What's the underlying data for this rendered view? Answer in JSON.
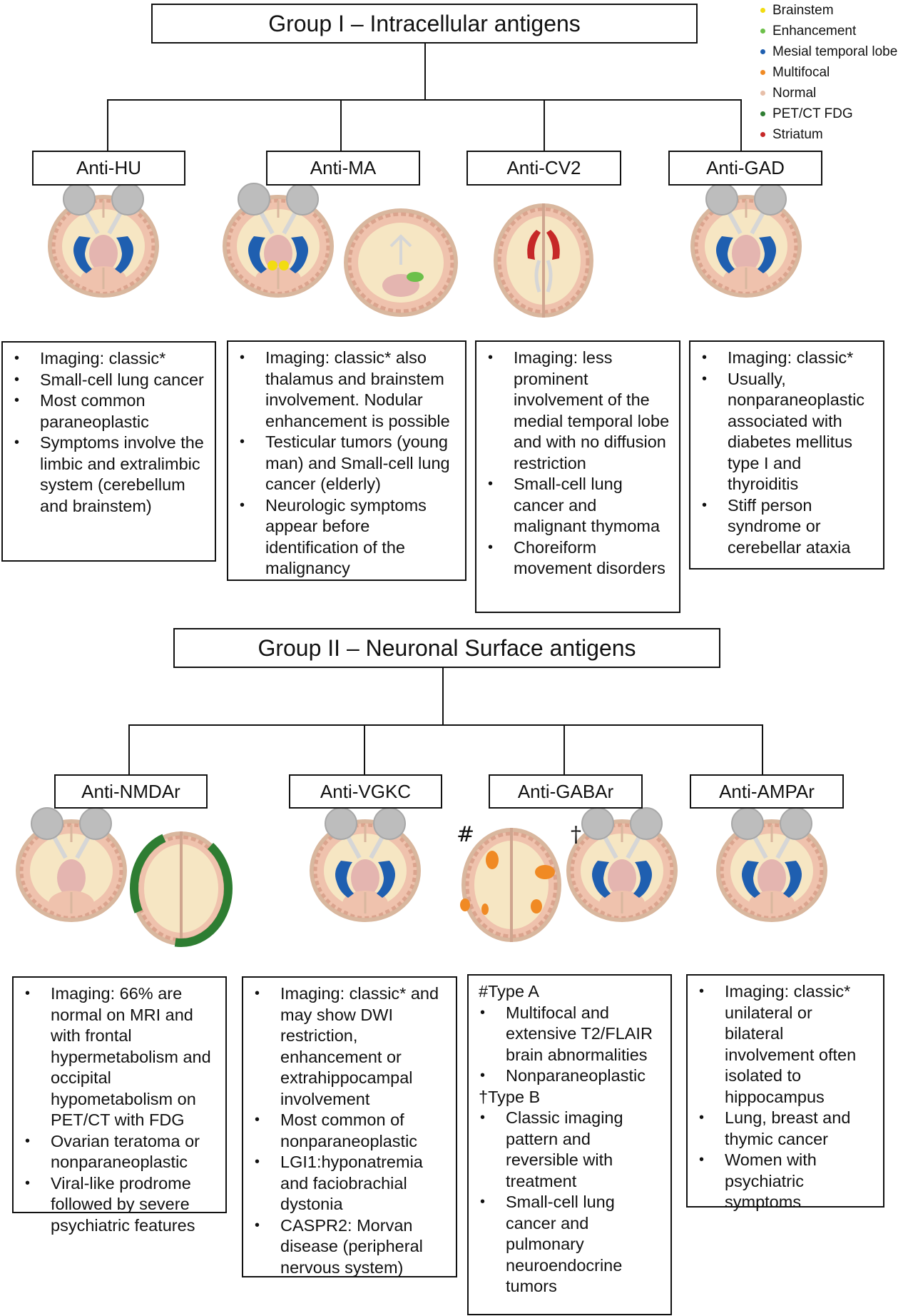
{
  "legend": [
    {
      "label": "Brainstem",
      "color": "#f2dc12"
    },
    {
      "label": "Enhancement",
      "color": "#6cc04a"
    },
    {
      "label": "Mesial temporal lobe",
      "color": "#1f5fb0"
    },
    {
      "label": "Multifocal",
      "color": "#f08a24"
    },
    {
      "label": "Normal",
      "color": "#e7bfa9"
    },
    {
      "label": "PET/CT FDG",
      "color": "#2e7d32"
    },
    {
      "label": "Striatum",
      "color": "#c62828"
    }
  ],
  "group1": {
    "title": "Group I – Intracellular antigens",
    "antibodies": [
      {
        "name": "Anti-HU",
        "items": [
          "Imaging: classic*",
          "Small-cell lung cancer",
          "Most common paraneoplastic",
          "Symptoms involve the limbic and extralimbic system (cerebellum and brainstem)"
        ]
      },
      {
        "name": "Anti-MA",
        "items": [
          "Imaging: classic* also thalamus and brainstem involvement. Nodular enhancement is possible",
          "Testicular tumors (young man) and Small-cell lung cancer (elderly)",
          "Neurologic symptoms appear before identification of the malignancy"
        ]
      },
      {
        "name": "Anti-CV2",
        "items": [
          "Imaging: less prominent involvement of the medial temporal lobe and with no diffusion restriction",
          "Small-cell lung cancer and malignant thymoma",
          "Choreiform movement disorders"
        ]
      },
      {
        "name": "Anti-GAD",
        "items": [
          "Imaging: classic*",
          "Usually, nonparaneoplastic associated with diabetes mellitus type I and thyroiditis",
          "Stiff person syndrome or cerebellar ataxia"
        ]
      }
    ]
  },
  "group2": {
    "title": "Group II – Neuronal Surface antigens",
    "antibodies": [
      {
        "name": "Anti-NMDAr",
        "items": [
          "Imaging: 66% are normal on MRI and with frontal hypermetabolism and occipital hypometabolism on PET/CT with FDG",
          "Ovarian teratoma or nonparaneoplastic",
          "Viral-like prodrome followed by severe psychiatric features"
        ]
      },
      {
        "name": "Anti-VGKC",
        "items": [
          "Imaging: classic* and may show DWI restriction, enhancement or extrahippocampal involvement",
          "Most common of nonparaneoplastic",
          "LGI1:hyponatremia and faciobrachial dystonia",
          "CASPR2: Morvan disease (peripheral nervous system)"
        ]
      },
      {
        "name": "Anti-GABAr",
        "typeA": "#Type A",
        "typeAItems": [
          "Multifocal and extensive T2/FLAIR brain abnormalities",
          "Nonparaneoplastic"
        ],
        "typeB": "†Type B",
        "typeBItems": [
          "Classic imaging pattern and reversible with treatment",
          "Small-cell lung cancer and pulmonary neuroendocrine tumors"
        ]
      },
      {
        "name": "Anti-AMPAr",
        "items": [
          "Imaging: classic* unilateral or bilateral involvement often isolated to hippocampus",
          "Lung, breast and thymic cancer",
          "Women with psychiatric symptoms"
        ]
      }
    ]
  },
  "marks": {
    "hash": "#",
    "dagger": "†"
  }
}
